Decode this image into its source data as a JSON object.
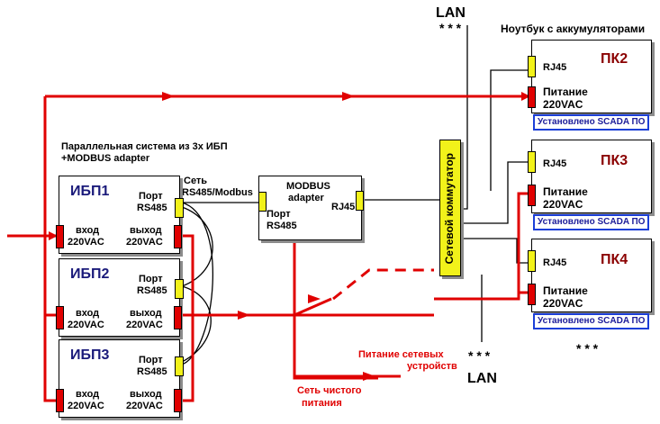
{
  "lan_top": {
    "label": "LAN",
    "stars": "* * *"
  },
  "lan_bottom": {
    "label": "LAN",
    "stars": "* * *"
  },
  "laptop_note": "Ноутбук с аккумуляторами",
  "ups_group_title": "Параллельная система из 3х ИБП",
  "ups_group_subtitle": "+MODBUS adapter",
  "network_label": "Сеть",
  "network_label2": "RS485/Modbus",
  "ups": [
    {
      "name": "ИБП1",
      "port": "Порт",
      "port2": "RS485",
      "in": "вход",
      "in2": "220VAC",
      "out": "выход",
      "out2": "220VAC"
    },
    {
      "name": "ИБП2",
      "port": "Порт",
      "port2": "RS485",
      "in": "вход",
      "in2": "220VAC",
      "out": "выход",
      "out2": "220VAC"
    },
    {
      "name": "ИБП3",
      "port": "Порт",
      "port2": "RS485",
      "in": "вход",
      "in2": "220VAC",
      "out": "выход",
      "out2": "220VAC"
    }
  ],
  "modbus": {
    "title": "MODBUS",
    "title2": "adapter",
    "port": "Порт",
    "port2": "RS485",
    "rj45": "RJ45"
  },
  "switch_label": "Сетевой коммутатор",
  "pcs": [
    {
      "name": "ПК2",
      "rj45": "RJ45",
      "power": "Питание",
      "power2": "220VAC",
      "scada": "Установлено SCADA ПО"
    },
    {
      "name": "ПК3",
      "rj45": "RJ45",
      "power": "Питание",
      "power2": "220VAC",
      "scada": "Установлено SCADA ПО"
    },
    {
      "name": "ПК4",
      "rj45": "RJ45",
      "power": "Питание",
      "power2": "220VAC",
      "scada": "Установлено SCADA ПО"
    }
  ],
  "pc_stars": "* * *",
  "device_power": "Питание сетевых",
  "device_power2": "устройств",
  "clean_power": "Сеть чистого",
  "clean_power2": "питания",
  "colors": {
    "power_line": "#e00000",
    "port_yellow": "#f2f21a",
    "power_port": "#e00000",
    "scada_border": "#1c3fd8",
    "ups_title": "#1a1a7a",
    "pc_title": "#8b0000"
  }
}
